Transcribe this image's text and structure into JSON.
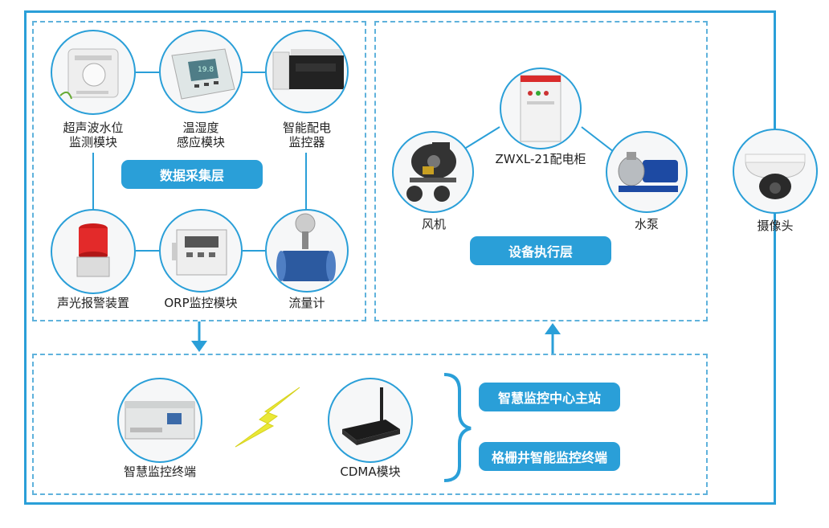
{
  "colors": {
    "accent": "#2a9fd8",
    "dashed": "#5fb2dc",
    "bolt": "#eae836"
  },
  "acquisition": {
    "layer_label": "数据采集层",
    "items": [
      {
        "label": "超声波水位\n监测模块",
        "icon": "ultrasonic-level-sensor"
      },
      {
        "label": "温湿度\n感应模块",
        "icon": "temperature-humidity-display"
      },
      {
        "label": "智能配电\n监控器",
        "icon": "din-rail-power-monitor"
      },
      {
        "label": "声光报警装置",
        "icon": "red-beacon-alarm"
      },
      {
        "label": "ORP监控模块",
        "icon": "orp-meter"
      },
      {
        "label": "流量计",
        "icon": "electromagnetic-flowmeter"
      }
    ]
  },
  "execution": {
    "layer_label": "设备执行层",
    "items": [
      {
        "label": "ZWXL-21配电柜",
        "icon": "distribution-cabinet"
      },
      {
        "label": "风机",
        "icon": "centrifugal-fan"
      },
      {
        "label": "水泵",
        "icon": "water-pump"
      }
    ]
  },
  "camera": {
    "label": "摄像头",
    "icon": "dome-camera"
  },
  "terminal": {
    "items": [
      {
        "label": "智慧监控终端",
        "icon": "controller-unit"
      },
      {
        "label": "CDMA模块",
        "icon": "cdma-router"
      }
    ],
    "targets": [
      "智慧监控中心主站",
      "格栅井智能监控终端"
    ]
  }
}
